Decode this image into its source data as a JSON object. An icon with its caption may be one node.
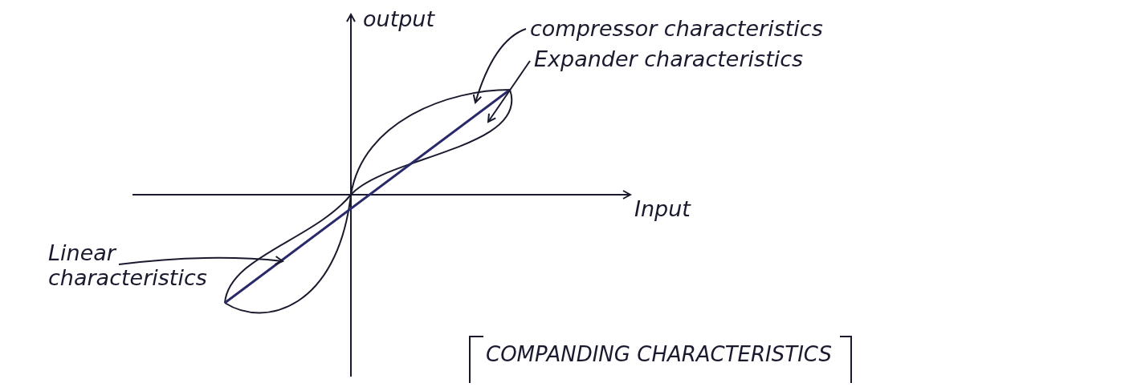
{
  "diagram": {
    "caption": "COMPANDING CHARACTERISTICS",
    "nodes": [
      {
        "text": [
          "compressor characteristics"
        ]
      },
      {
        "text": [
          "Expander characteristics"
        ]
      },
      {
        "text": [
          "Linear characteristics"
        ]
      },
      {
        "text": [],
        "shape": "curve"
      },
      {
        "text": [],
        "shape": "curve"
      },
      {
        "text": [],
        "shape": "line"
      }
    ],
    "edges": [
      {
        "from": 0,
        "to": 3,
        "arrow": "to"
      },
      {
        "from": 1,
        "to": 4,
        "arrow": "to"
      },
      {
        "from": 2,
        "to": 5,
        "arrow": "to"
      }
    ],
    "labels": [
      "output",
      "Input"
    ]
  }
}
